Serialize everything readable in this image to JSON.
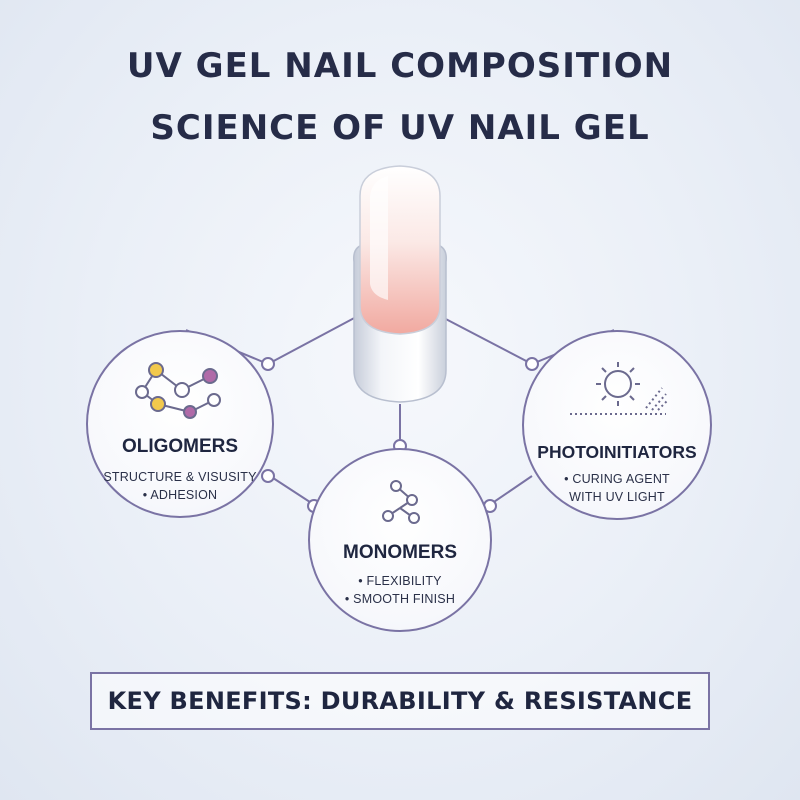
{
  "title": {
    "line1": "UV GEL NAIL COMPOSITION",
    "line2": "SCIENCE OF UV NAIL GEL"
  },
  "components": {
    "oligomers": {
      "heading": "OLIGOMERS",
      "bullets": [
        "STRUCTURE & VISUSITY",
        "• ADHESION"
      ],
      "icon": "molecule-chain-icon"
    },
    "monomers": {
      "heading": "MONOMERS",
      "bullets": [
        "• FLEXIBILITY",
        "• SMOOTH FINISH"
      ],
      "icon": "molecule-icon"
    },
    "photoinitiators": {
      "heading": "PHOTOINITIATORS",
      "bullets": [
        "• CURING AGENT",
        "WITH UV LIGHT"
      ],
      "icon": "uv-sun-icon"
    }
  },
  "footer": {
    "key_benefits": "KEY BENEFITS: DURABILITY & RESISTANCE"
  },
  "colors": {
    "accent_line": "#7a73a4",
    "text": "#1f2640",
    "atom_yellow": "#f2c94c",
    "atom_purple": "#b06aa8",
    "nail_pink": "#f3b7b0"
  }
}
